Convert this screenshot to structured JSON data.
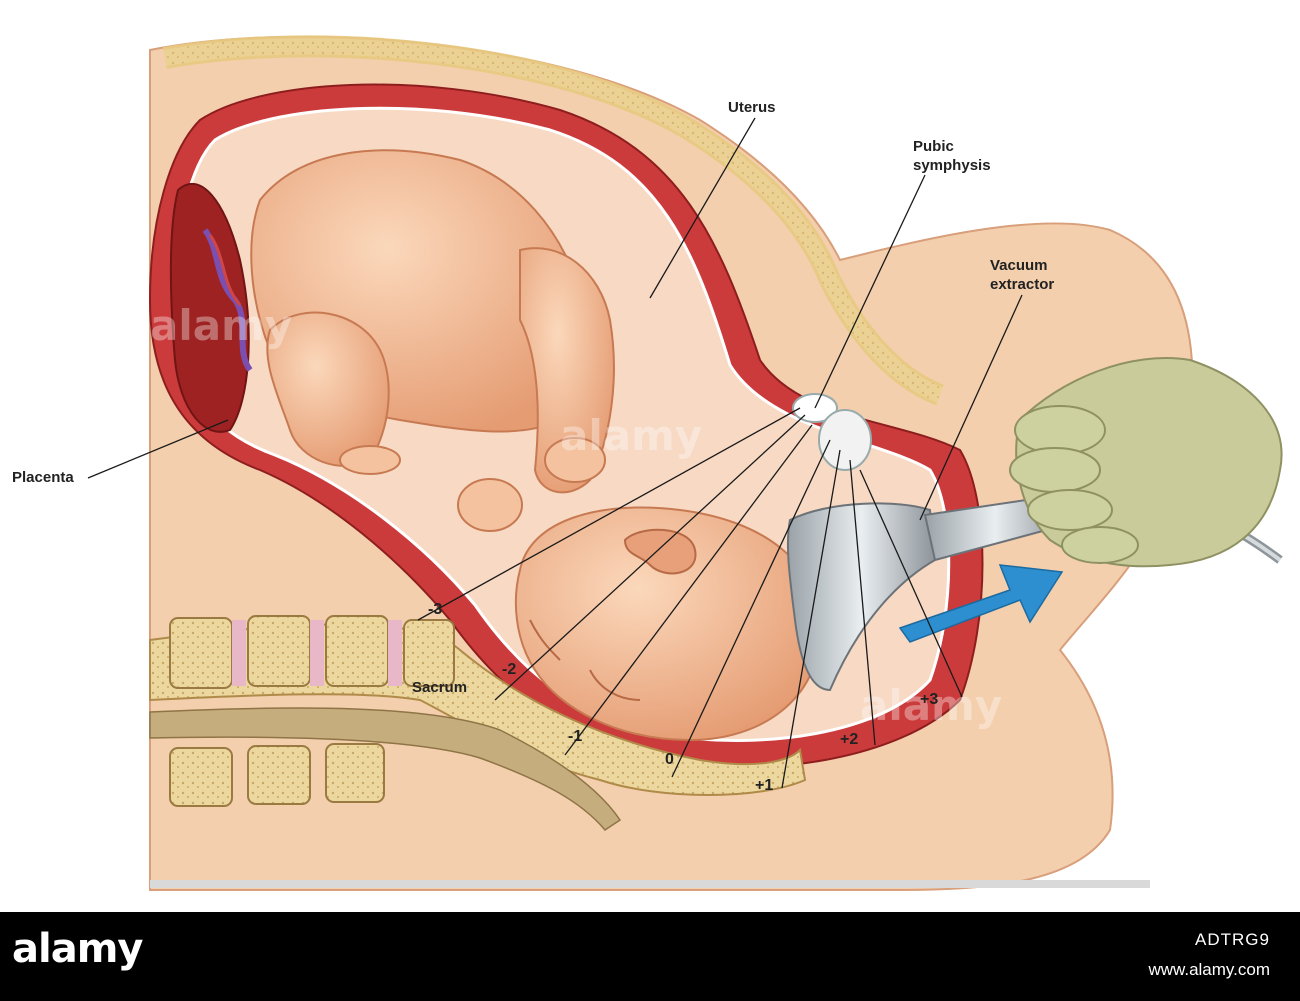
{
  "labels": {
    "uterus": "Uterus",
    "pubic_symphysis_line1": "Pubic",
    "pubic_symphysis_line2": "symphysis",
    "vacuum_extractor_line1": "Vacuum",
    "vacuum_extractor_line2": "extractor",
    "placenta": "Placenta",
    "sacrum": "Sacrum"
  },
  "stations": [
    "-3",
    "-2",
    "-1",
    "0",
    "+1",
    "+2",
    "+3"
  ],
  "watermark": "alamy",
  "footer": {
    "logo": "alamy",
    "image_id": "ADTRG9",
    "url": "www.alamy.com"
  },
  "colors": {
    "skin": "#f3cfae",
    "uterine_wall": "#cc3b3b",
    "amniotic": "#f7d9c4",
    "bone": "#e7cf94",
    "fetus": "#f2b892",
    "glove": "#c9cc9a",
    "arrow": "#2d8fd0",
    "footer_bg": "#000000"
  }
}
